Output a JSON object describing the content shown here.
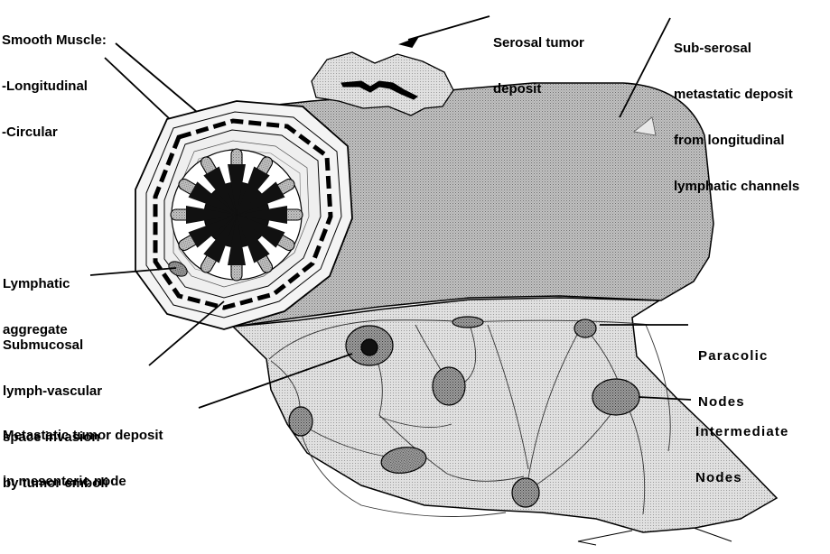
{
  "labels": {
    "smooth_muscle": {
      "title": "Smooth Muscle:",
      "line1": "-Longitudinal",
      "line2": "-Circular"
    },
    "serosal_deposit": {
      "line1": "Serosal tumor",
      "line2": "deposit"
    },
    "subserosal_deposit": {
      "line1": "Sub-serosal",
      "line2": "metastatic deposit",
      "line3": "from longitudinal",
      "line4": "lymphatic channels"
    },
    "lymphatic_aggregate": {
      "line1": "Lymphatic",
      "line2": "aggregate"
    },
    "submucosal_invasion": {
      "line1": "Submucosal",
      "line2": "lymph-vascular",
      "line3": "space invasion",
      "line4": "by tumor emboli"
    },
    "metastatic_node": {
      "line1": "Metastatic tumor deposit",
      "line2": "in mesenteric node"
    },
    "paracolic_nodes": {
      "line1": "Paracolic",
      "line2": "Nodes"
    },
    "intermediate_nodes": {
      "line1": "Intermediate",
      "line2": "Nodes"
    }
  },
  "colors": {
    "colon_wall": "#b5b5b5",
    "mesentery": "#d9d9d9",
    "node": "#8c8c8c",
    "tumor": "#111111",
    "outline": "#000000"
  }
}
